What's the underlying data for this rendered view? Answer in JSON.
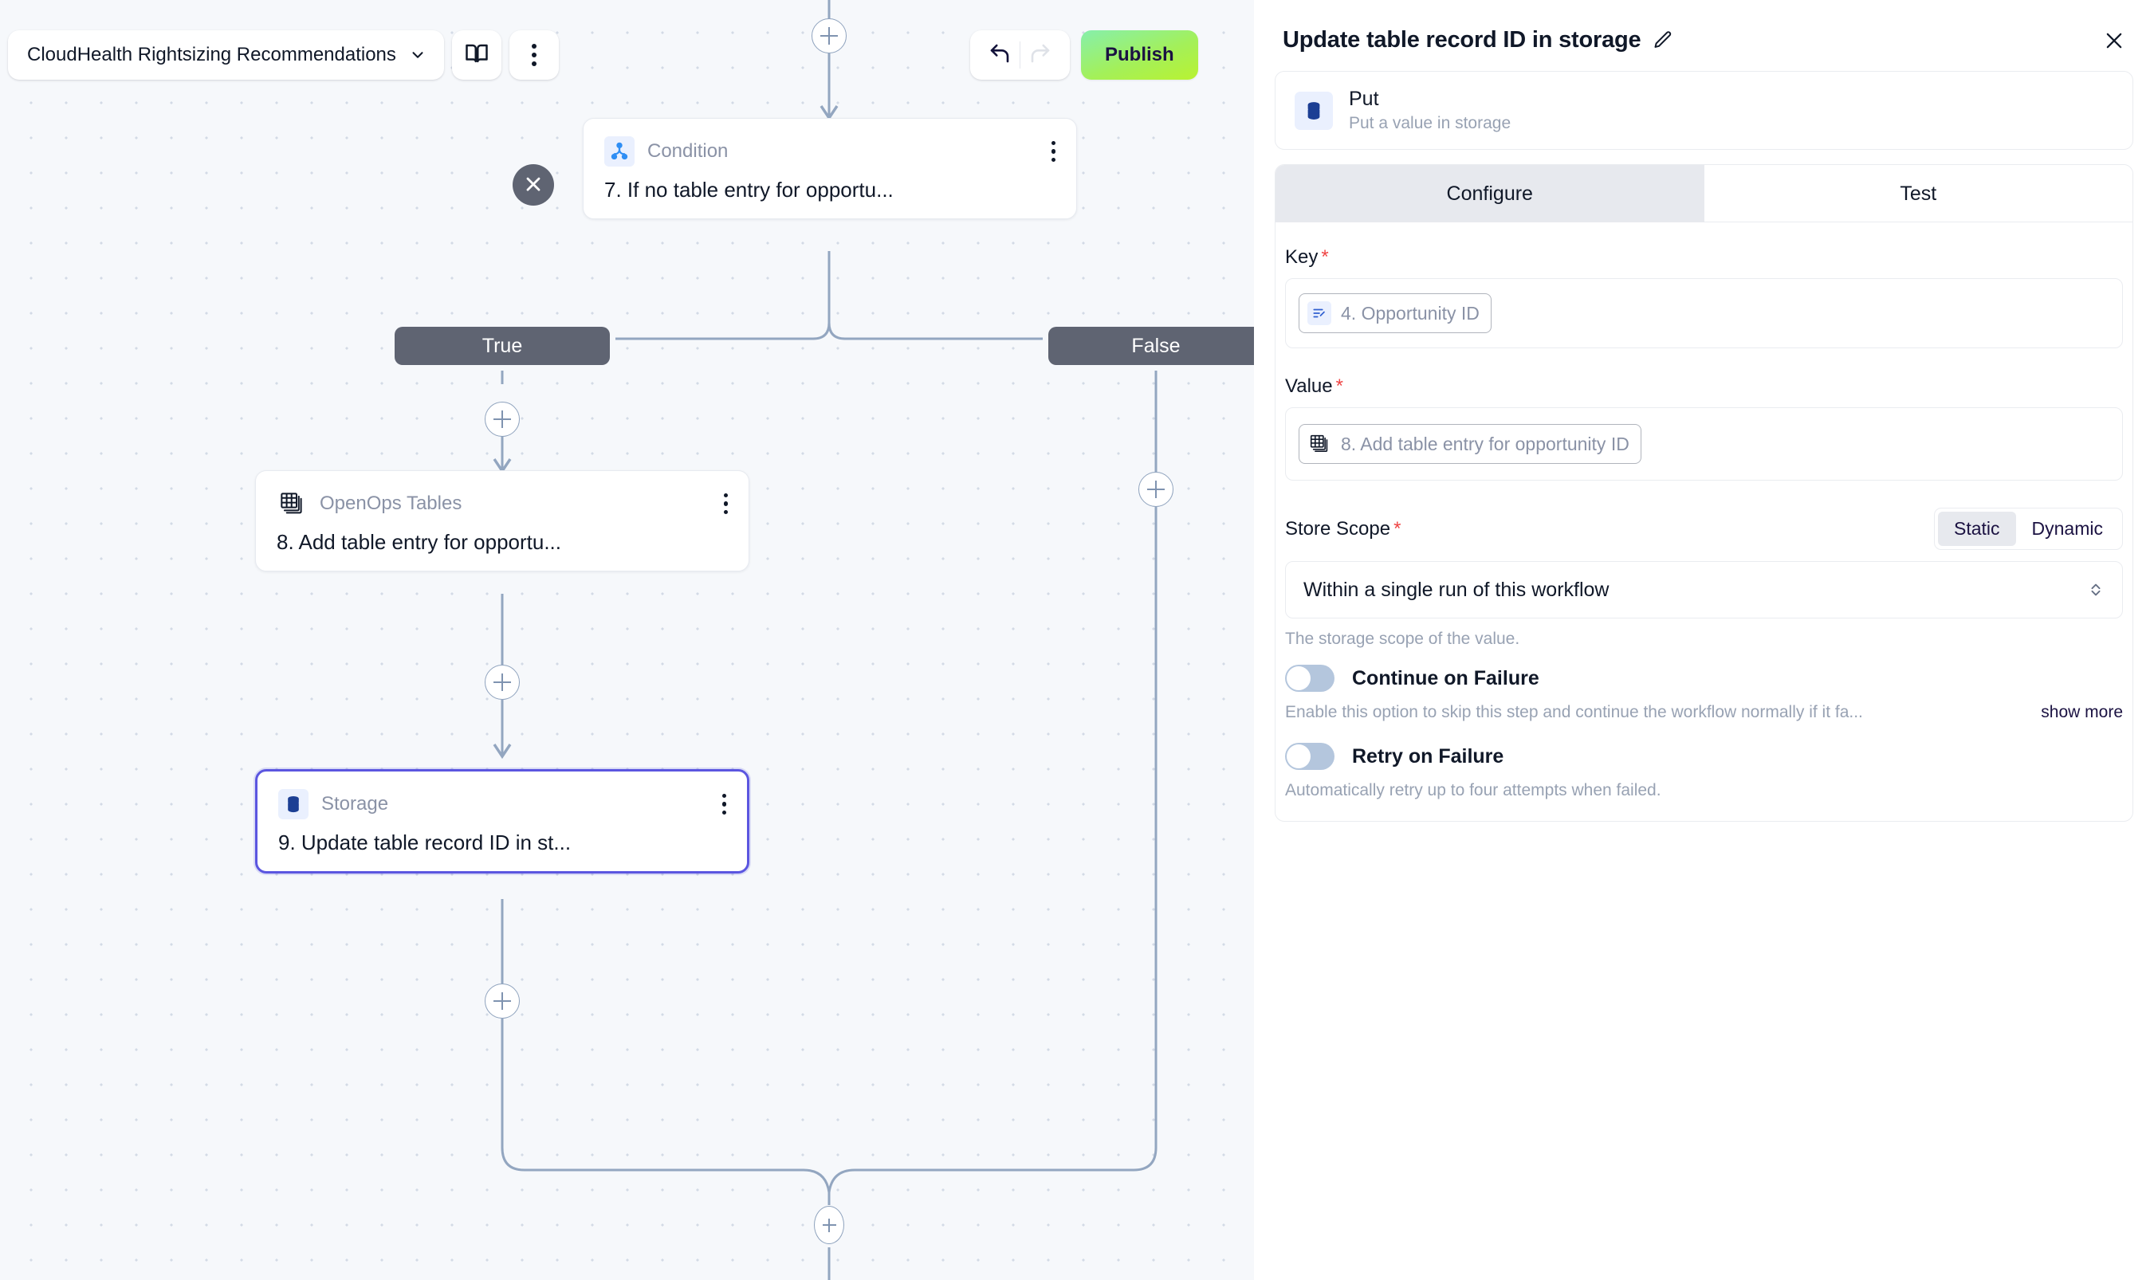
{
  "toolbar": {
    "flow_name": "CloudHealth Rightsizing Recommendations",
    "chevron_icon": "chevron-down-icon",
    "docs_icon": "book-icon",
    "more_icon": "more-vertical-icon",
    "undo_icon": "undo-icon",
    "redo_icon": "redo-icon",
    "publish_label": "Publish",
    "publish_color": "#b9f231"
  },
  "canvas": {
    "branch_true_label": "True",
    "branch_false_label": "False",
    "collapse_icon": "collapse-chevrons-icon",
    "add_icon": "plus-icon",
    "nodes": [
      {
        "type": "Condition",
        "title": "7. If no table entry for opportu...",
        "icon": "condition-branch-icon",
        "selected": false
      },
      {
        "type": "OpenOps Tables",
        "title": "8. Add table entry for opportu...",
        "icon": "tables-icon",
        "selected": false
      },
      {
        "type": "Storage",
        "title": "9. Update table record ID in st...",
        "icon": "database-icon",
        "selected": true
      }
    ]
  },
  "panel": {
    "title": "Update table record ID in storage",
    "edit_icon": "pencil-icon",
    "close_icon": "close-icon",
    "piece": {
      "name": "Put",
      "description": "Put a value in storage",
      "icon": "database-icon"
    },
    "tabs": [
      {
        "label": "Configure",
        "active": true
      },
      {
        "label": "Test",
        "active": false
      }
    ],
    "fields": {
      "key": {
        "label": "Key",
        "required": "*",
        "chip_text": "4. Opportunity ID",
        "chip_icon": "text-edit-icon"
      },
      "value": {
        "label": "Value",
        "required": "*",
        "chip_text": "8. Add table entry for opportunity ID",
        "chip_icon": "tables-icon"
      },
      "store_scope": {
        "label": "Store Scope",
        "required": "*",
        "mode_options": [
          "Static",
          "Dynamic"
        ],
        "mode_selected": "Static",
        "selected_value": "Within a single run of this workflow",
        "helper": "The storage scope of the value.",
        "stepper_icon": "chevron-up-down-icon"
      }
    },
    "options": [
      {
        "label": "Continue on Failure",
        "enabled": false,
        "description": "Enable this option to skip this step and continue the workflow normally if it fa...",
        "show_more": "show more"
      },
      {
        "label": "Retry on Failure",
        "enabled": false,
        "description": "Automatically retry up to four attempts when failed.",
        "show_more": ""
      }
    ]
  }
}
